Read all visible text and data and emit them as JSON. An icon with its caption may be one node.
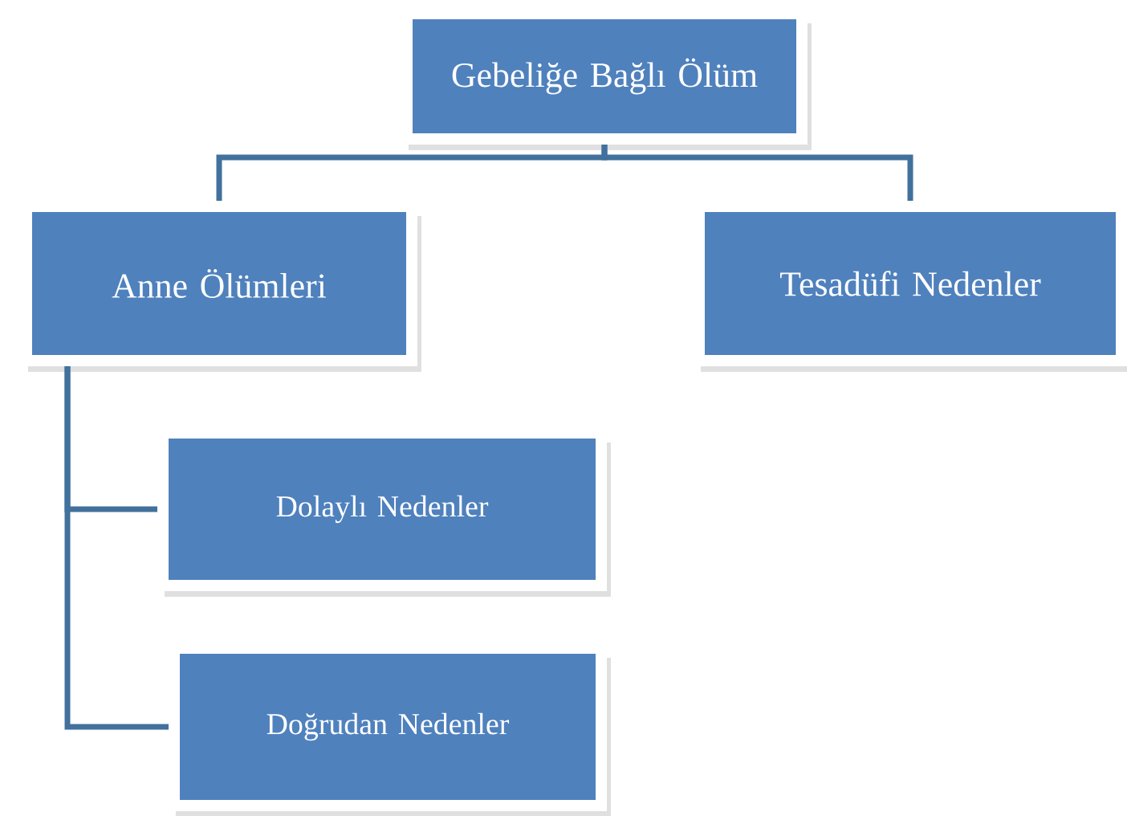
{
  "diagram": {
    "nodes": [
      {
        "text": [
          "Gebeliğe Bağlı Ölüm"
        ]
      },
      {
        "text": [
          "Anne Ölümleri"
        ]
      },
      {
        "text": [
          "Tesadüfi Nedenler"
        ]
      },
      {
        "text": [
          "Dolaylı Nedenler"
        ]
      },
      {
        "text": [
          "Doğrudan Nedenler"
        ]
      }
    ],
    "edges": [
      {
        "from": 0,
        "to": 1,
        "arrow": "none"
      },
      {
        "from": 0,
        "to": 2,
        "arrow": "none"
      },
      {
        "from": 1,
        "to": 3,
        "arrow": "none"
      },
      {
        "from": 1,
        "to": 4,
        "arrow": "none"
      }
    ]
  }
}
